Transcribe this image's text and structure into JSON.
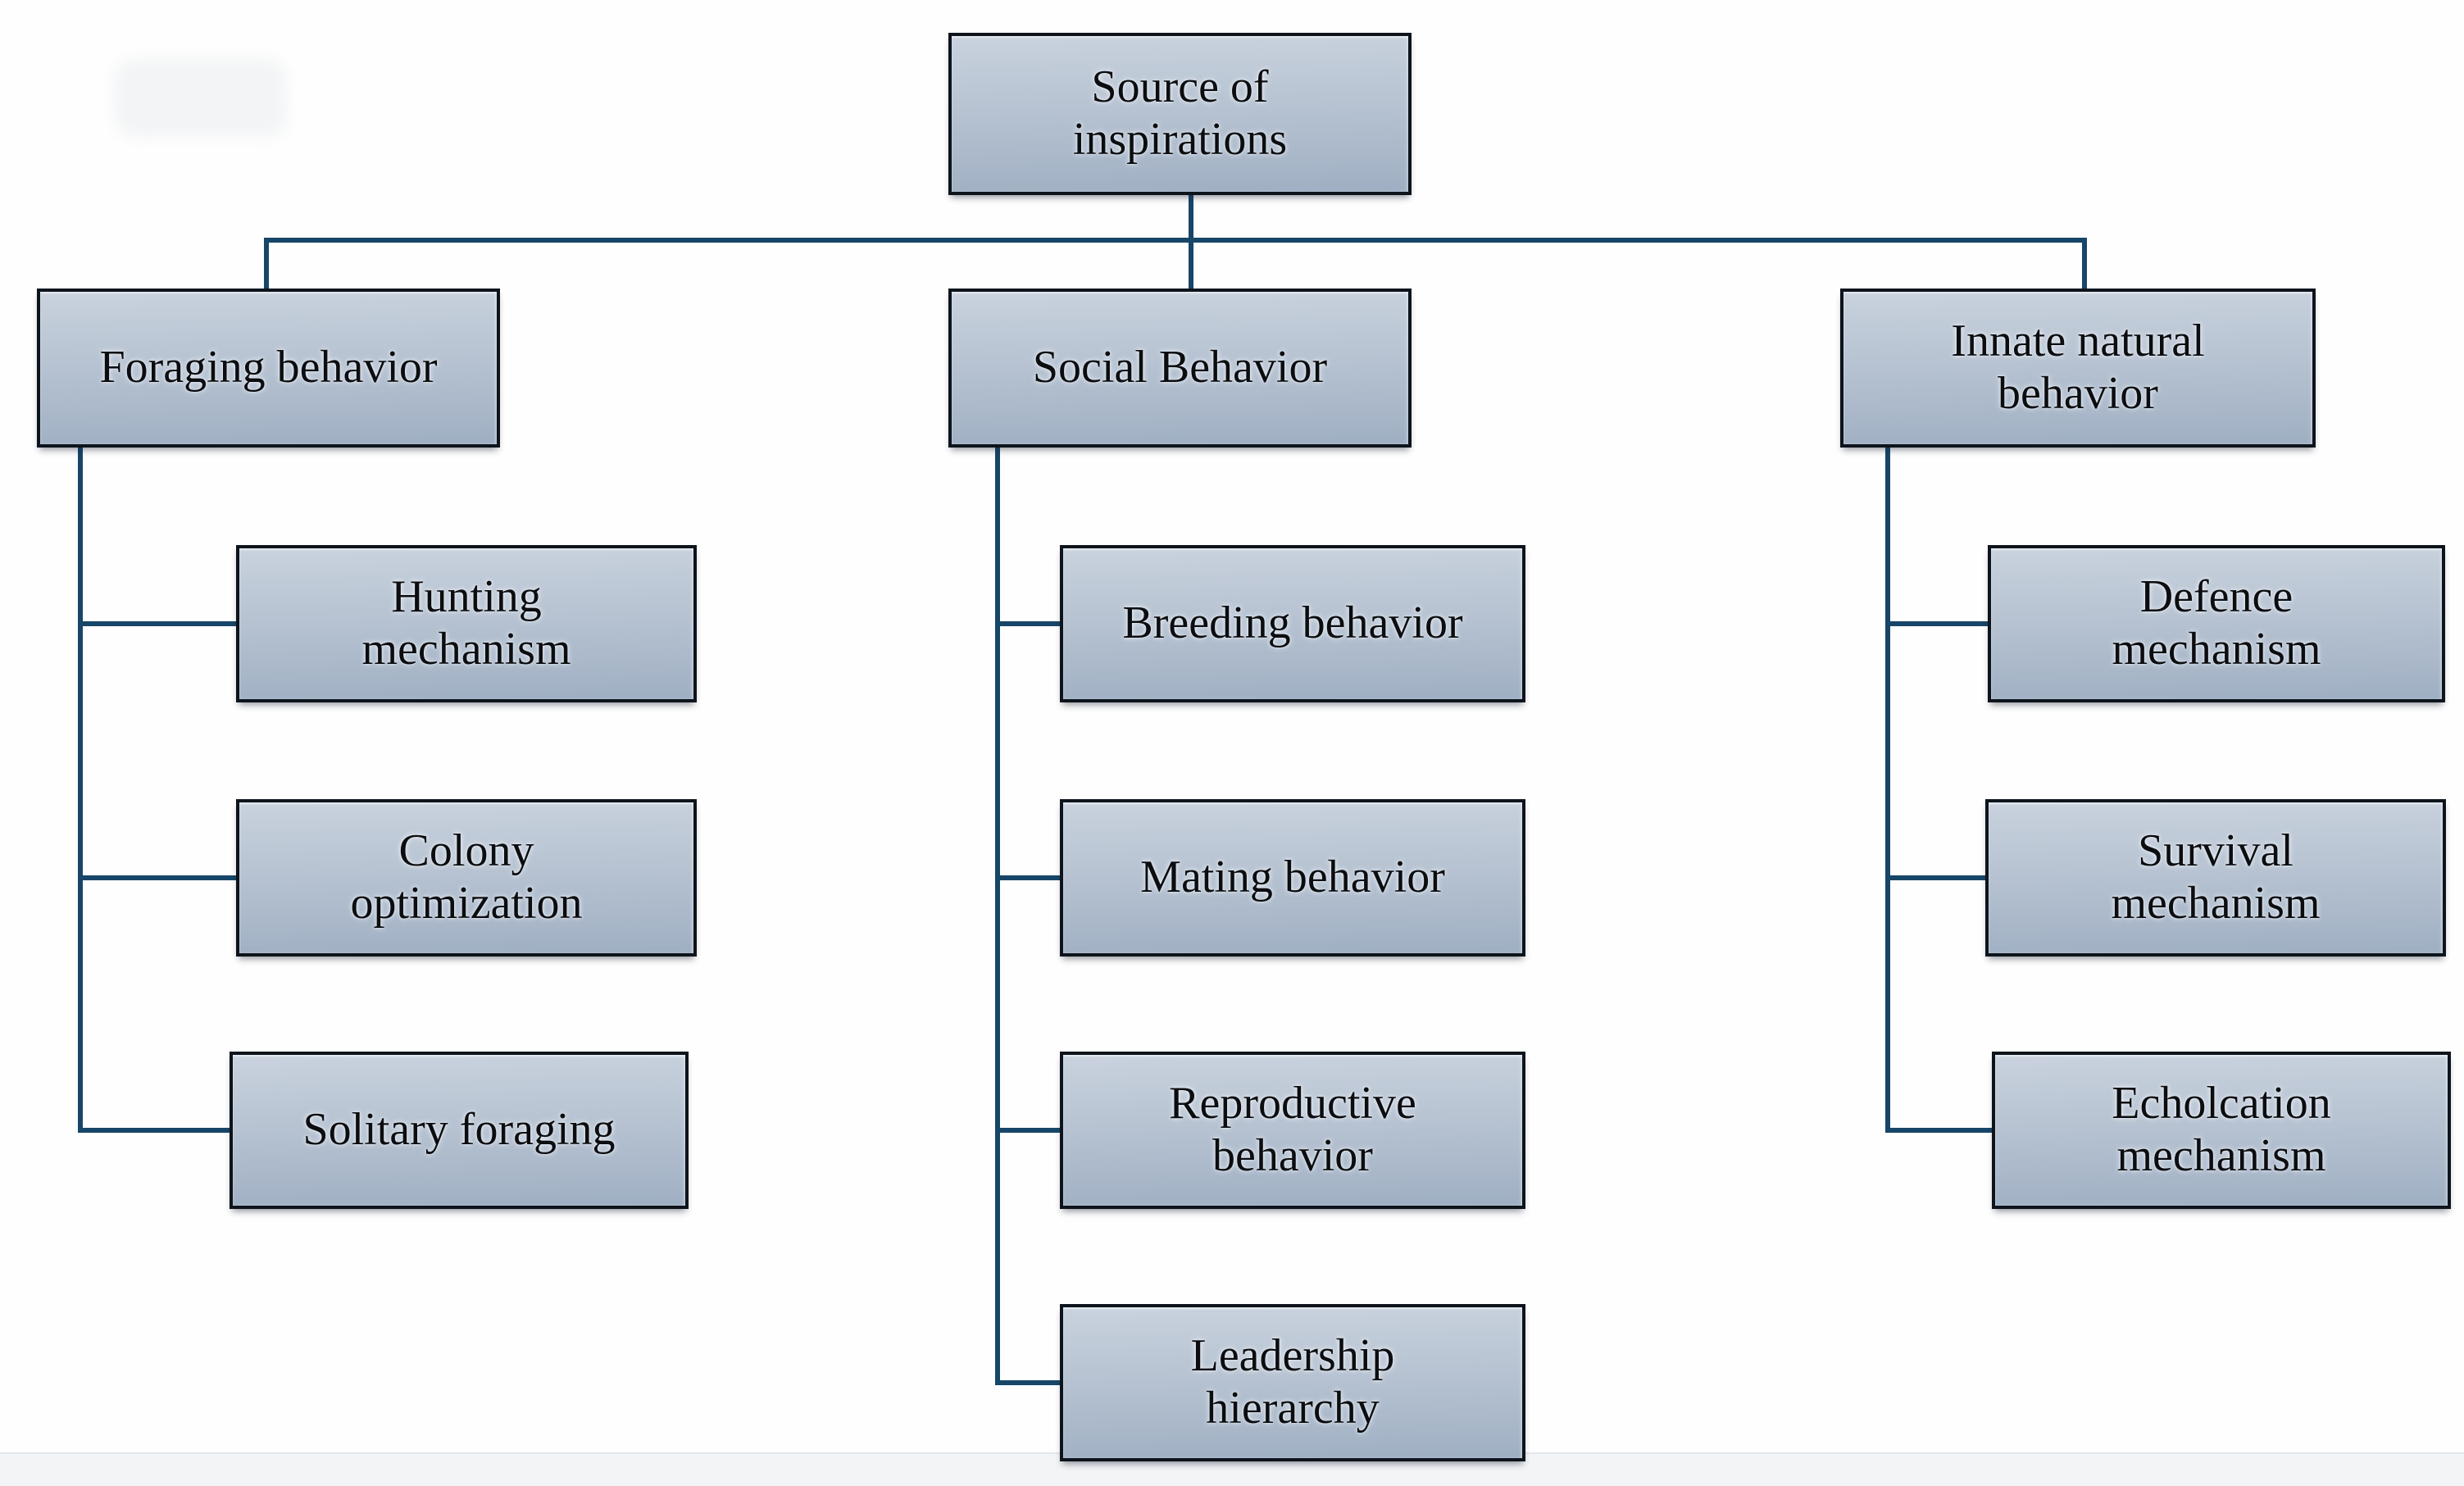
{
  "diagram": {
    "type": "hierarchy-tree",
    "root": {
      "label": "Source of inspirations"
    },
    "branches": [
      {
        "label": "Foraging behavior",
        "children": [
          {
            "label": "Hunting mechanism"
          },
          {
            "label": "Colony optimization"
          },
          {
            "label": "Solitary foraging"
          }
        ]
      },
      {
        "label": "Social Behavior",
        "children": [
          {
            "label": "Breeding behavior"
          },
          {
            "label": "Mating behavior"
          },
          {
            "label": "Reproductive behavior"
          },
          {
            "label": "Leadership hierarchy"
          }
        ]
      },
      {
        "label": "Innate natural behavior",
        "children": [
          {
            "label": "Defence mechanism"
          },
          {
            "label": "Survival mechanism"
          },
          {
            "label": "Echolcation mechanism"
          }
        ]
      }
    ]
  },
  "colors": {
    "background": "#fefefe",
    "box-fill-top": "#c9d2de",
    "box-fill-bottom": "#9fafc3",
    "box-border": "#0e141c",
    "connector": "#174668",
    "text": "#0b0d10",
    "scan-band": "#f2f4f6"
  }
}
